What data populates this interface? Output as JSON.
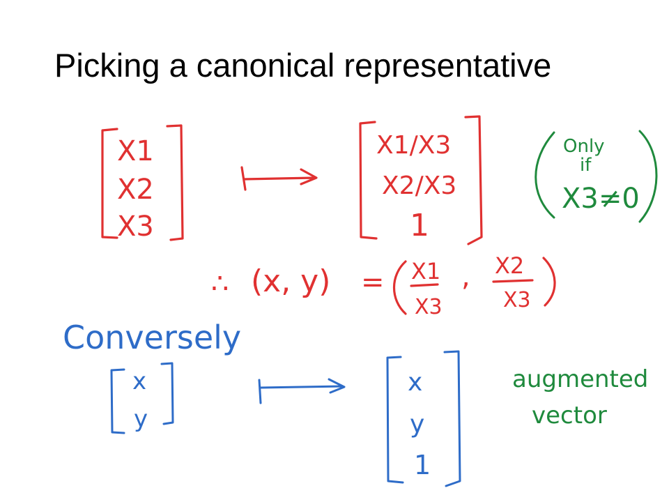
{
  "slide": {
    "title": "Picking a canonical representative"
  },
  "colors": {
    "red_ink": "#e03131",
    "blue_ink": "#2e6cc8",
    "green_ink": "#1f8a3d",
    "title": "#000000"
  },
  "red_block": {
    "left_vector": [
      "X1",
      "X2",
      "X3"
    ],
    "arrow": "maps-to",
    "right_vector": [
      "X1/X3",
      "X2/X3",
      "1"
    ],
    "condition": {
      "line1": "Only",
      "line2": "if",
      "line3": "X3≠0"
    },
    "therefore_symbol": "∴",
    "equation": {
      "lhs": "(x, y)",
      "equals": "=",
      "rhs_left_num": "X1",
      "rhs_left_den": "X3",
      "rhs_separator": ",",
      "rhs_right_num": "X2",
      "rhs_right_den": "X3"
    }
  },
  "blue_block": {
    "heading": "Conversely",
    "left_vector": [
      "x",
      "y"
    ],
    "arrow": "maps-to",
    "right_vector": [
      "x",
      "y",
      "1"
    ]
  },
  "green_note": {
    "line1": "augmented",
    "line2": "vector"
  }
}
